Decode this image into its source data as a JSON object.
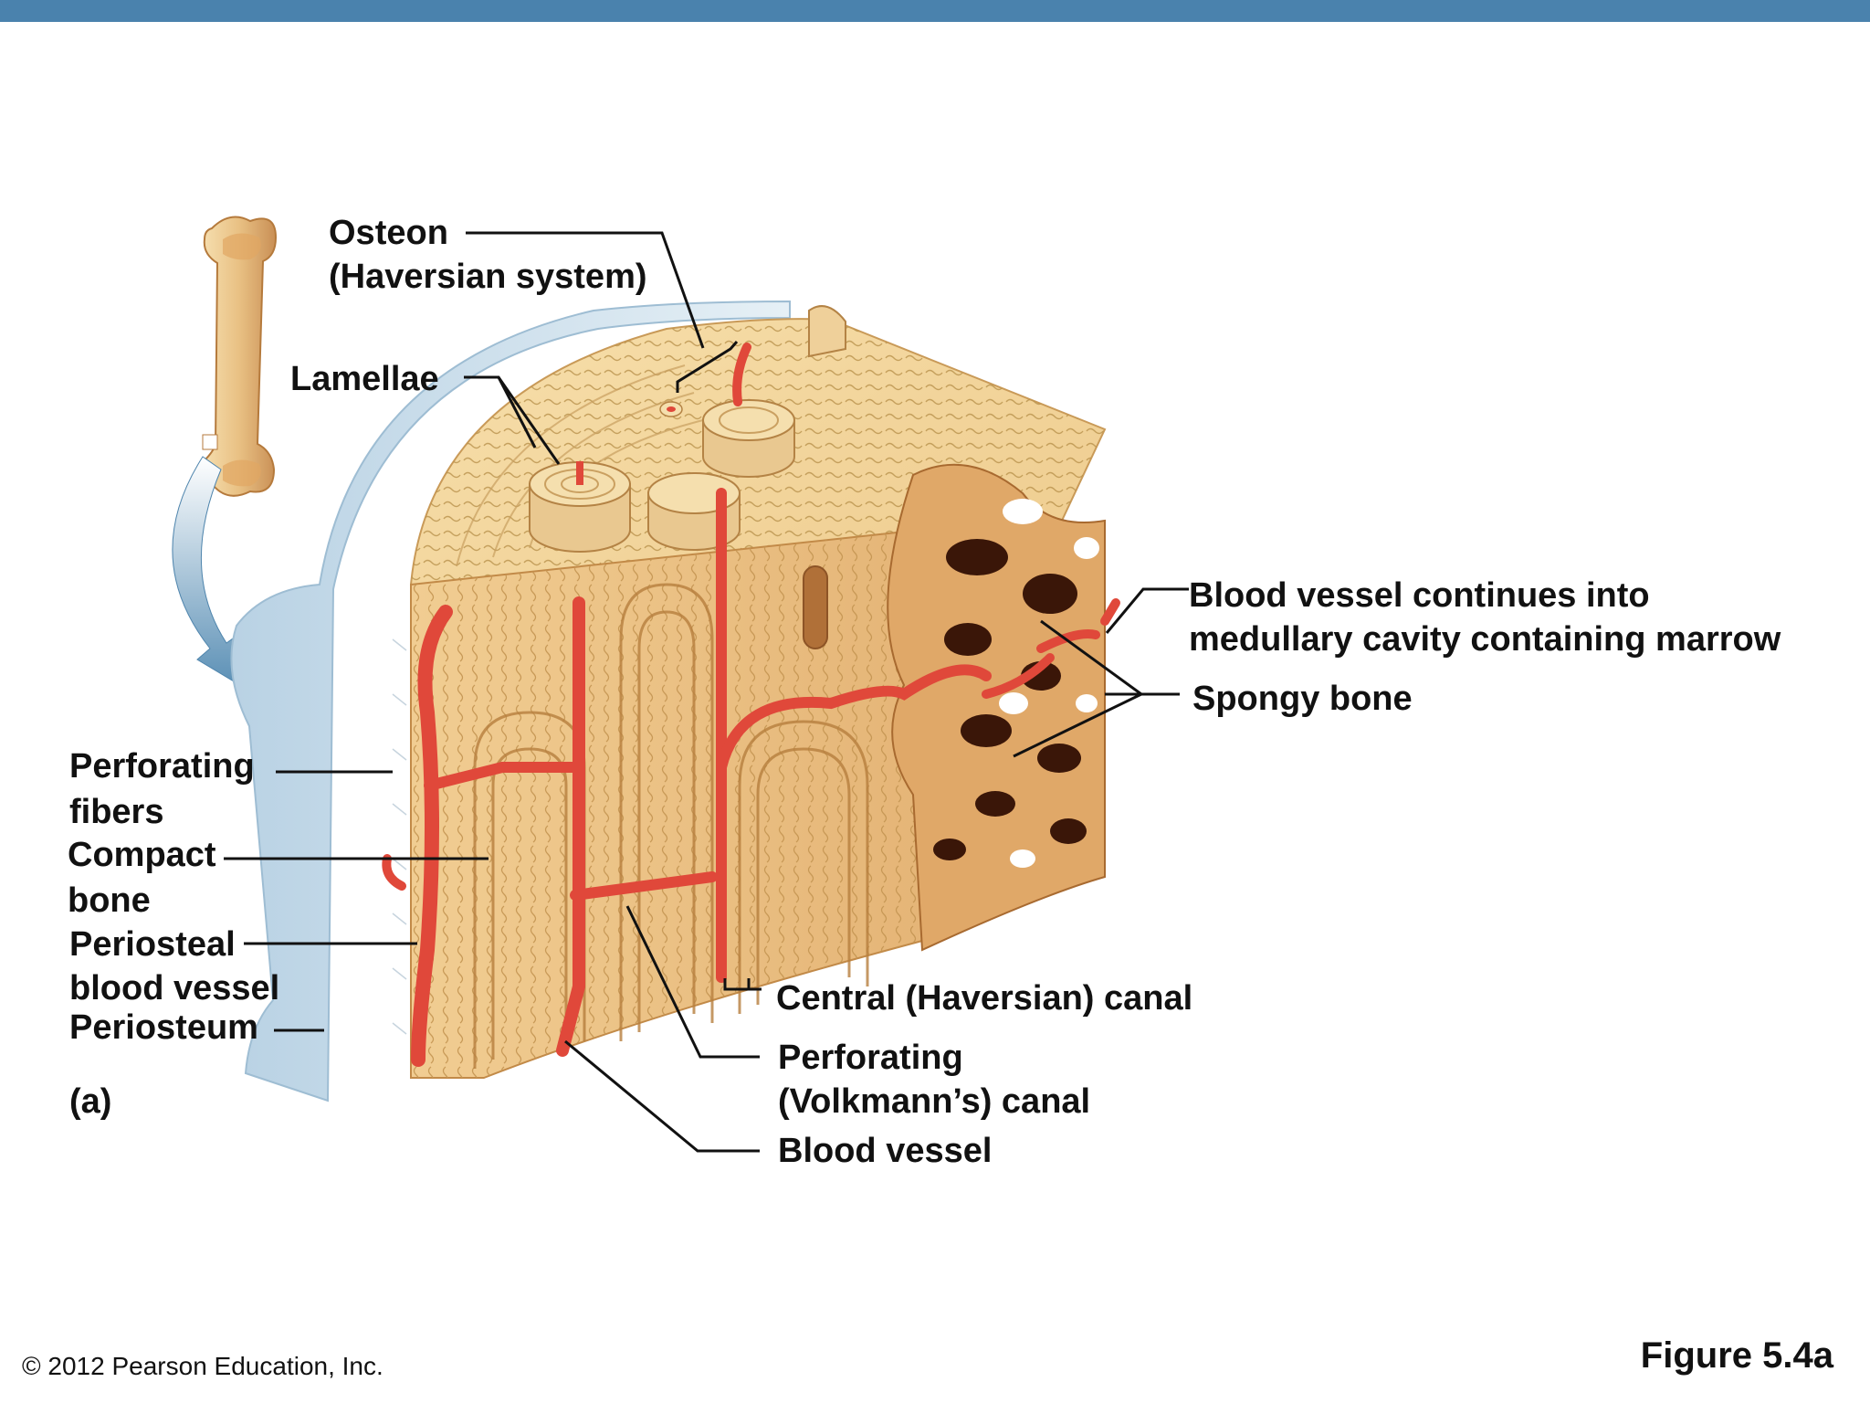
{
  "labels": {
    "osteon_line1": "Osteon",
    "osteon_line2": "(Haversian system)",
    "lamellae": "Lamellae",
    "blood_vessel_continues_line1": "Blood vessel continues into",
    "blood_vessel_continues_line2": "medullary cavity containing marrow",
    "spongy_bone": "Spongy bone",
    "perforating_fibers_line1": "Perforating",
    "perforating_fibers_line2": "fibers",
    "compact_bone_line1": "Compact",
    "compact_bone_line2": "bone",
    "periosteal_line1": "Periosteal",
    "periosteal_line2": "blood vessel",
    "periosteum": "Periosteum",
    "panel": "(a)",
    "central_canal": "Central (Haversian) canal",
    "perforating_canal_line1": "Perforating",
    "perforating_canal_line2": "(Volkmann’s) canal",
    "blood_vessel": "Blood vessel"
  },
  "footer": {
    "copyright": "© 2012 Pearson Education, Inc.",
    "figure": "Figure 5.4a"
  },
  "colors": {
    "header_bar": "#4a82ad",
    "bone_light": "#f3d49a",
    "bone_mid": "#e8b878",
    "bone_dark": "#c98a4a",
    "vessel_red": "#e0483a",
    "periosteum_blue": "#cfe0ec",
    "spongy_cavity": "#3a1608"
  }
}
